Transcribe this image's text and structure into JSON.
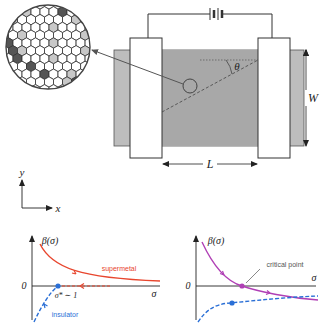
{
  "diagram": {
    "labels": [
      "θ",
      "W",
      "L",
      "y",
      "x",
      "β(σ)",
      "0",
      "σ",
      "supermetal",
      "σ* ∼ 1",
      "insulator",
      "β(σ)",
      "0",
      "σ",
      "critical point"
    ]
  }
}
